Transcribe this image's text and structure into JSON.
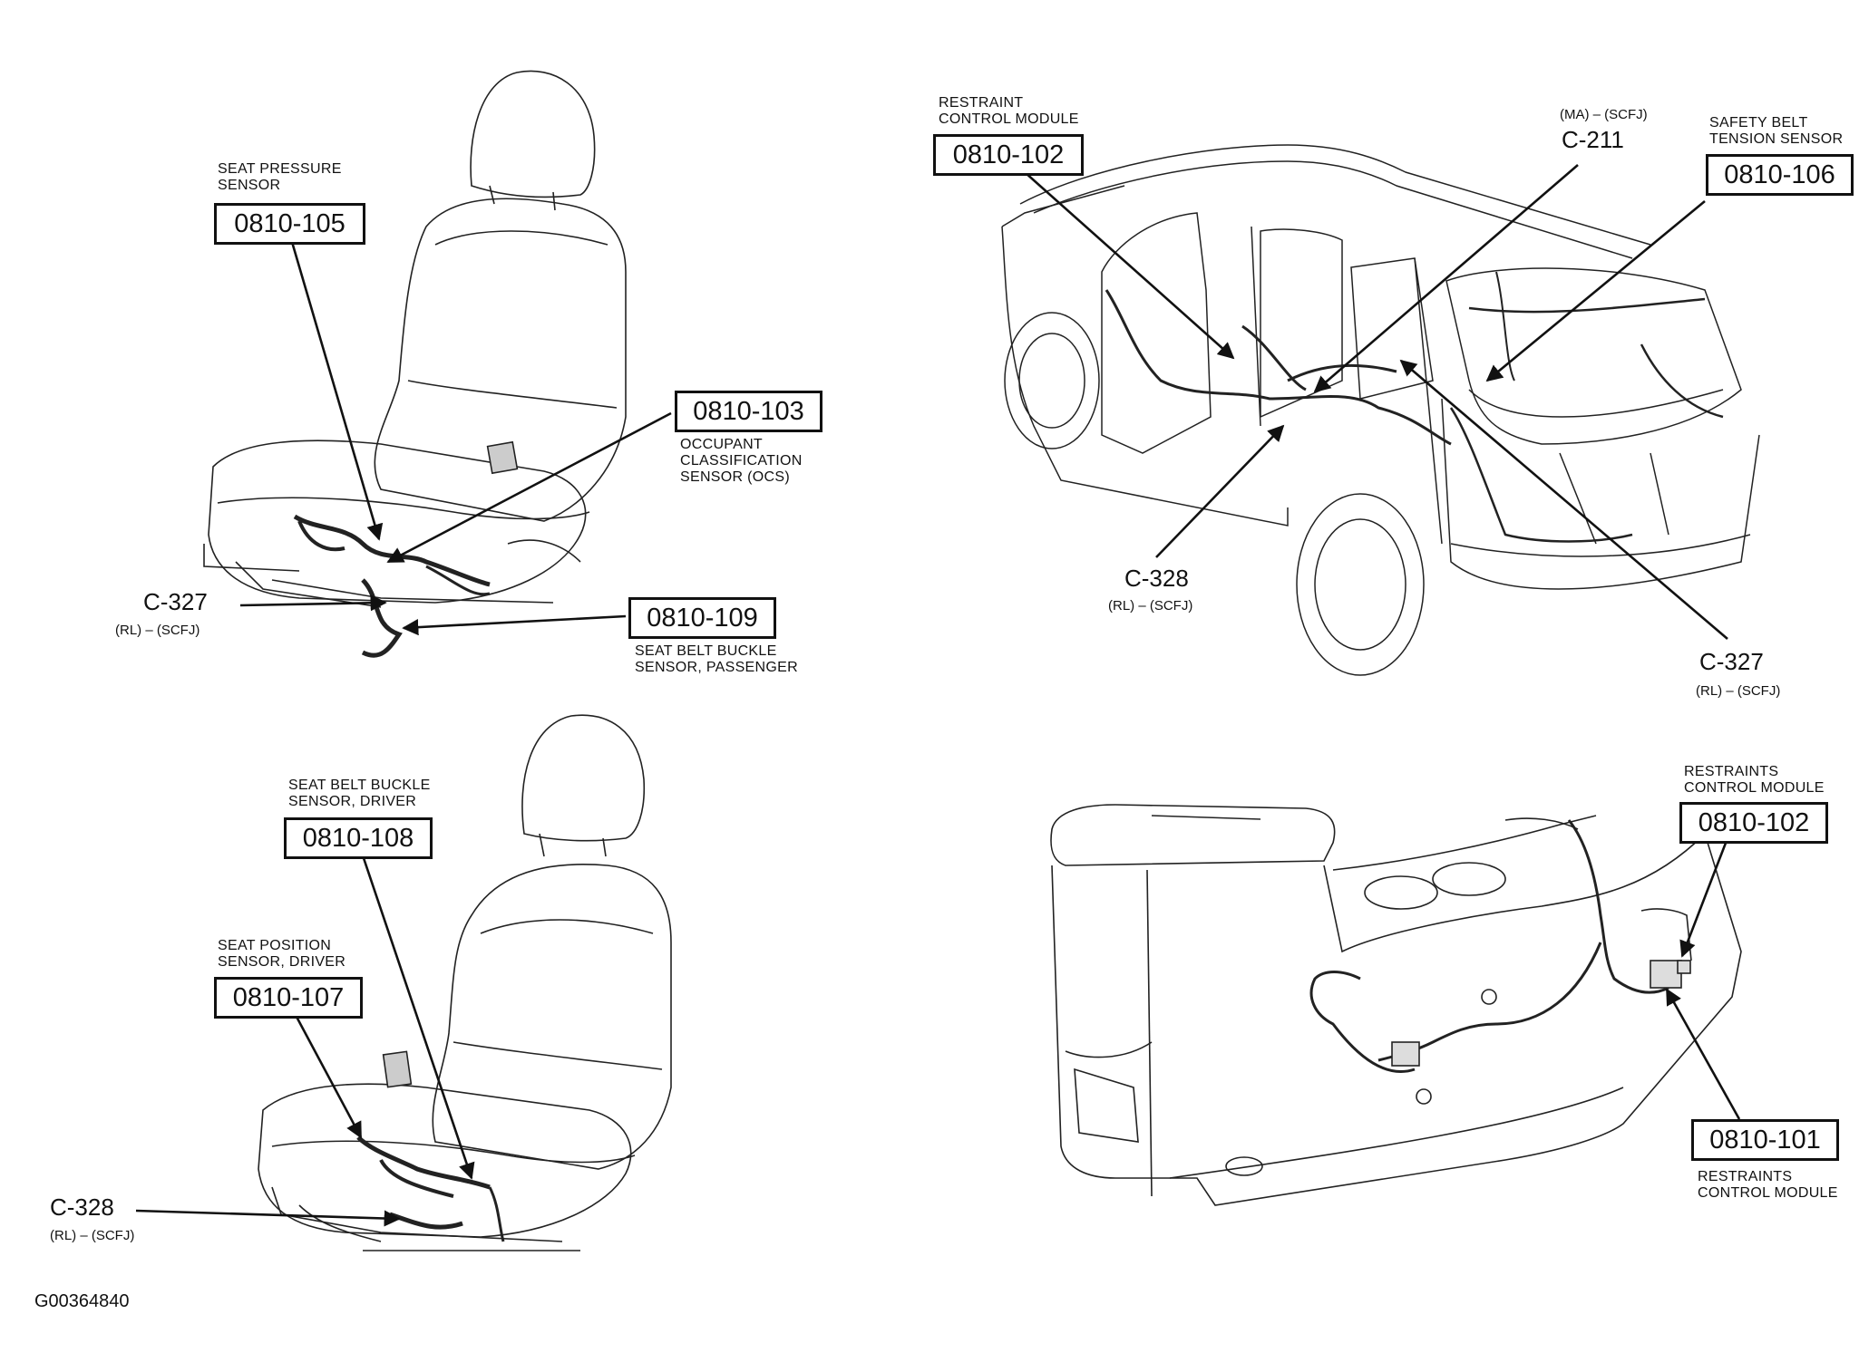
{
  "figure_id": "G00364840",
  "seat_passenger": {
    "seat_pressure_label": [
      "SEAT PRESSURE",
      "SENSOR"
    ],
    "seat_pressure_code": "0810-105",
    "ocs_code": "0810-103",
    "ocs_label": [
      "OCCUPANT",
      "CLASSIFICATION",
      "SENSOR (OCS)"
    ],
    "connector": "C-327",
    "connector_sub": "(RL) – (SCFJ)",
    "buckle_code": "0810-109",
    "buckle_label": [
      "SEAT BELT BUCKLE",
      "SENSOR, PASSENGER"
    ]
  },
  "vehicle": {
    "rcm_label": [
      "RESTRAINT",
      "CONTROL MODULE"
    ],
    "rcm_code": "0810-102",
    "c211_sub": "(MA) – (SCFJ)",
    "c211": "C-211",
    "tension_label": [
      "SAFETY BELT",
      "TENSION SENSOR"
    ],
    "tension_code": "0810-106",
    "c328": "C-328",
    "c328_sub": "(RL) – (SCFJ)",
    "c327": "C-327",
    "c327_sub": "(RL) – (SCFJ)"
  },
  "seat_driver": {
    "buckle_label": [
      "SEAT BELT BUCKLE",
      "SENSOR, DRIVER"
    ],
    "buckle_code": "0810-108",
    "position_label": [
      "SEAT POSITION",
      "SENSOR, DRIVER"
    ],
    "position_code": "0810-107",
    "connector": "C-328",
    "connector_sub": "(RL) – (SCFJ)"
  },
  "console": {
    "top_label": [
      "RESTRAINTS",
      "CONTROL MODULE"
    ],
    "top_code": "0810-102",
    "bottom_code": "0810-101",
    "bottom_label": [
      "RESTRAINTS",
      "CONTROL MODULE"
    ]
  }
}
